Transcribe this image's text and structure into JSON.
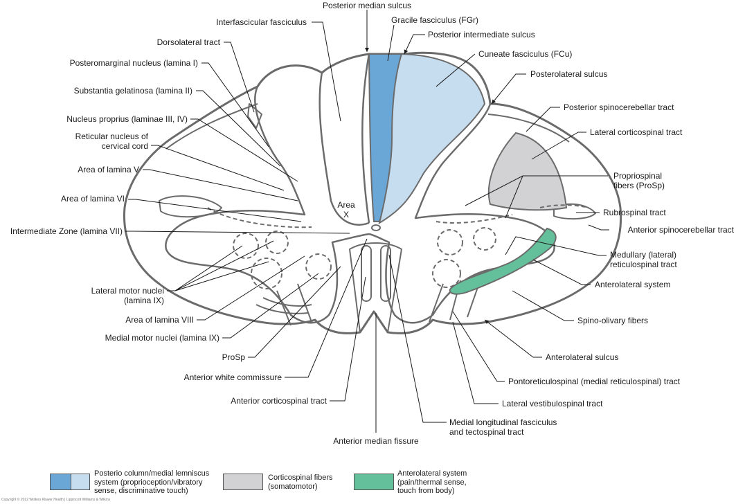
{
  "labels": {
    "posterior_median_sulcus": "Posterior median sulcus",
    "interfascicular_fasciculus": "Interfascicular fasciculus",
    "gracile_fasciculus": "Gracile fasciculus (FGr)",
    "posterior_intermediate_sulcus": "Posterior intermediate sulcus",
    "dorsolateral_tract": "Dorsolateral tract",
    "cuneate_fasciculus": "Cuneate fasciculus (FCu)",
    "posteromarginal_nucleus": "Posteromarginal nucleus (lamina I)",
    "posterolateral_sulcus": "Posterolateral sulcus",
    "substantia_gelatinosa": "Substantia gelatinosa (lamina II)",
    "posterior_spinocerebellar_tract": "Posterior spinocerebellar tract",
    "nucleus_proprius": "Nucleus proprius (laminae III, IV)",
    "lateral_corticospinal_tract": "Lateral corticospinal tract",
    "reticular_nucleus_1": "Reticular nucleus of",
    "reticular_nucleus_2": "cervical cord",
    "area_lamina_v": "Area of lamina V",
    "propriospinal_1": "Propriospinal",
    "propriospinal_2": "fibers (ProSp)",
    "area_lamina_vi": "Area of lamina VI",
    "rubrospinal_tract": "Rubrospinal tract",
    "area_x_1": "Area",
    "area_x_2": "X",
    "intermediate_zone": "Intermediate Zone (lamina VII)",
    "anterior_spinocerebellar_tract": "Anterior spinocerebellar tract",
    "medullary_reticulospinal_1": "Medullary (lateral)",
    "medullary_reticulospinal_2": "reticulospinal tract",
    "anterolateral_system": "Anterolateral system",
    "lateral_motor_nuclei_1": "Lateral motor nuclei",
    "lateral_motor_nuclei_2": "(lamina IX)",
    "spino_olivary_fibers": "Spino-olivary fibers",
    "area_lamina_viii": "Area of lamina VIII",
    "medial_motor_nuclei": "Medial motor nuclei (lamina IX)",
    "anterolateral_sulcus": "Anterolateral sulcus",
    "prosp": "ProSp",
    "pontoreticulospinal_tract": "Pontoreticulospinal (medial reticulospinal) tract",
    "anterior_white_commissure": "Anterior white commissure",
    "lateral_vestibulospinal_tract": "Lateral vestibulospinal tract",
    "anterior_corticospinal_tract": "Anterior corticospinal tract",
    "mlf_1": "Medial longitudinal fasciculus",
    "mlf_2": "and tectospinal tract",
    "anterior_median_fissure": "Anterior median fissure"
  },
  "legend": [
    {
      "lines": [
        "Posterio column/medial lemniscus",
        "system (proprioception/vibratory",
        "sense, discriminative touch)"
      ],
      "colors": [
        "#6aa6d6",
        "#c6dcef"
      ]
    },
    {
      "lines": [
        "Corticospinal fibers",
        "(somatomotor)"
      ],
      "colors": [
        "#d2d2d4"
      ]
    },
    {
      "lines": [
        "Anterolateral system",
        "(pain/thermal sense,",
        "touch from body)"
      ],
      "colors": [
        "#63c09a"
      ]
    }
  ],
  "copyright": "Copyright © 2012 Wolters Kluwer Health | Lippincott Williams & Wilkins",
  "colors": {
    "outline": "#6b6b6b",
    "posterior_column_dark": "#6aa6d6",
    "posterior_column_light": "#c6dcef",
    "corticospinal": "#d2d2d4",
    "anterolateral": "#63c09a"
  }
}
